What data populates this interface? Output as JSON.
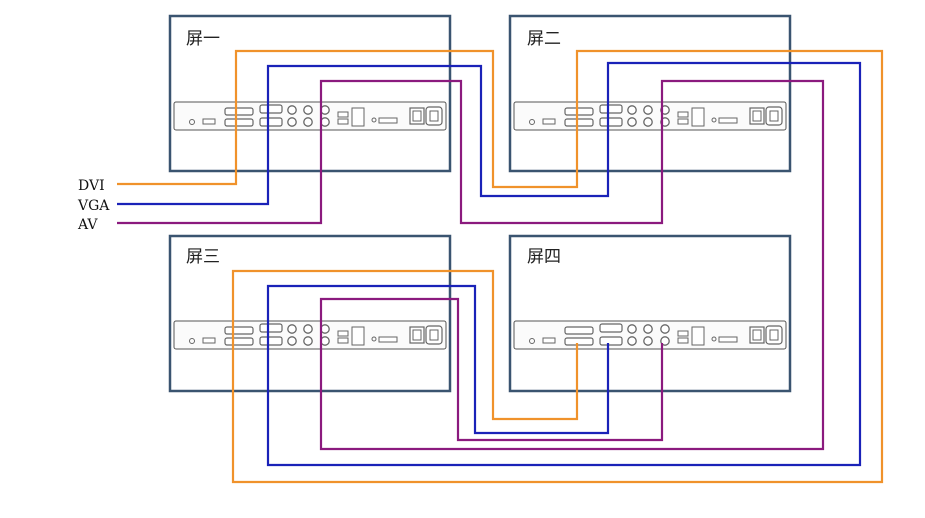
{
  "screens": [
    {
      "id": "screen-1",
      "label": "屏一"
    },
    {
      "id": "screen-2",
      "label": "屏二"
    },
    {
      "id": "screen-3",
      "label": "屏三"
    },
    {
      "id": "screen-4",
      "label": "屏四"
    }
  ],
  "signals": [
    {
      "id": "dvi",
      "label": "DVI",
      "color": "#F0922B"
    },
    {
      "id": "vga",
      "label": "VGA",
      "color": "#1A22B8"
    },
    {
      "id": "av",
      "label": "AV",
      "color": "#8B1A7E"
    }
  ],
  "colors": {
    "frame": "#3A5470",
    "panel_stroke": "#555555",
    "port": "#666666"
  }
}
